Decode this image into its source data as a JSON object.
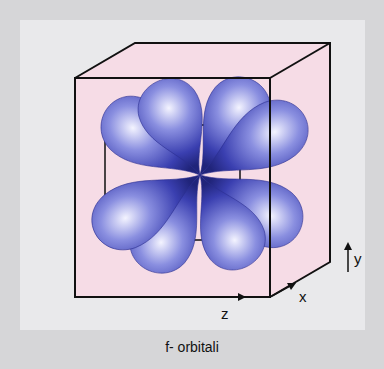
{
  "diagram": {
    "caption": "f- orbitali",
    "labels": [
      "z",
      "x",
      "y"
    ]
  }
}
